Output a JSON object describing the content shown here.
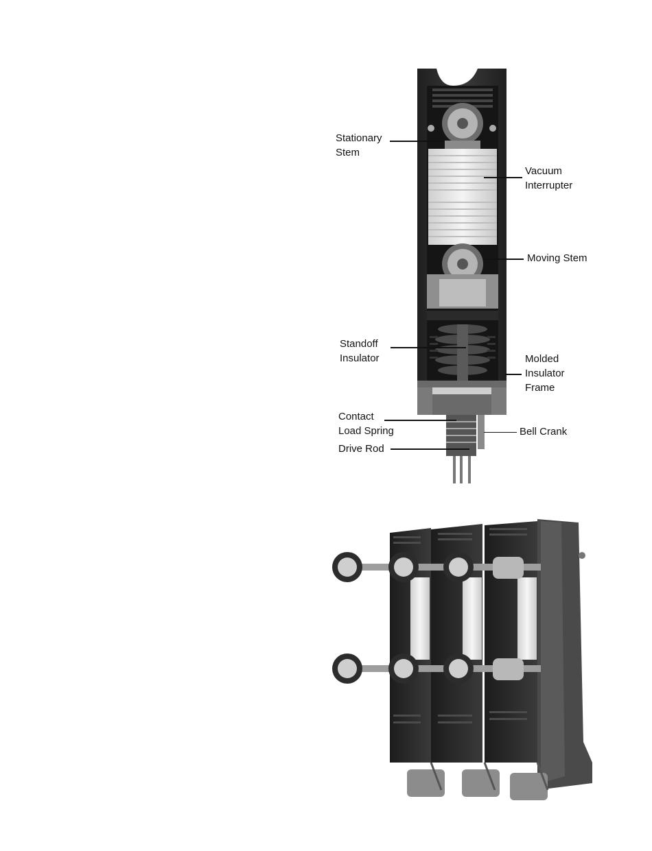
{
  "figure_top": {
    "callouts": {
      "stationary_stem": [
        "Stationary",
        "Stem"
      ],
      "vacuum_interrupter": [
        "Vacuum",
        "Interrupter"
      ],
      "moving_stem": [
        "Moving Stem"
      ],
      "standoff_insulator": [
        "Standoff",
        "Insulator"
      ],
      "molded_insulator_frame": [
        "Molded",
        "Insulator",
        "Frame"
      ],
      "contact_load_spring": [
        "Contact",
        "Load Spring"
      ],
      "bell_crank": [
        "Bell Crank"
      ],
      "drive_rod": [
        "Drive Rod"
      ]
    }
  },
  "colors": {
    "frame_dark": "#2b2b2b",
    "frame_mid": "#3d3d3d",
    "ceramic": "#e9e9e9",
    "metal": "#9a9a9a",
    "label": "#111111"
  }
}
